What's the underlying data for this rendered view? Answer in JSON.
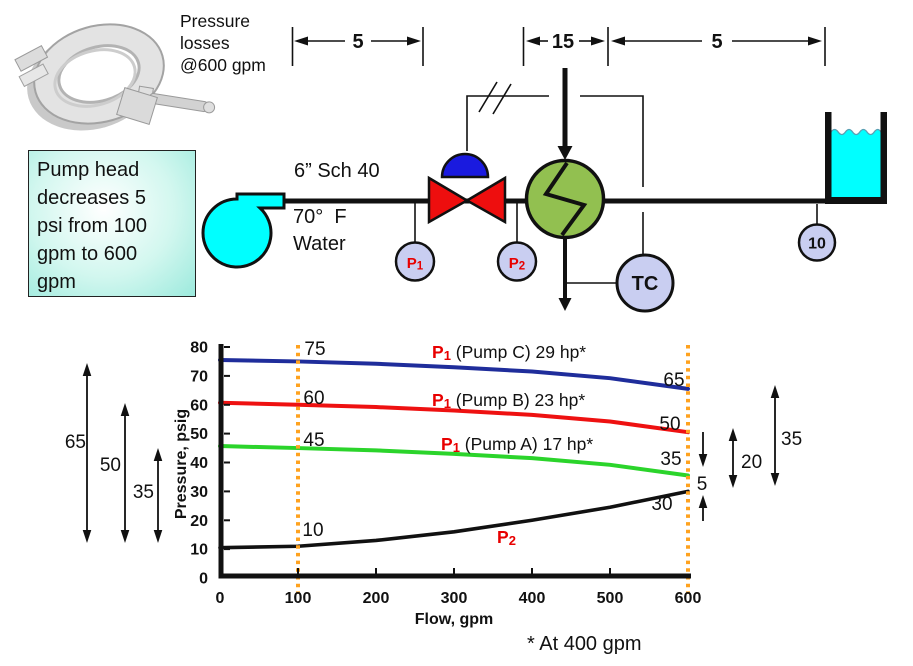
{
  "diagram": {
    "pressure_note_lines": [
      "Pressure",
      "losses",
      "@600 gpm"
    ],
    "dim_labels": [
      "5",
      "15",
      "5"
    ],
    "pump_note_lines": [
      "Pump head",
      "decreases 5",
      "psi from 100",
      "gpm to 600",
      "gpm"
    ],
    "pipe_size_label": "6” Sch 40",
    "temp_label": "70°  F",
    "fluid_label": "Water",
    "instruments": {
      "p_letter": "P",
      "p1_sub": "1",
      "p2_sub": "2",
      "tc_label": "TC",
      "level_label": "10"
    }
  },
  "colors": {
    "pump_cyan": "#00FFFF",
    "tank_water": "#00FFFF",
    "hx_green": "#92C050",
    "valve_red": "#EE0E0E",
    "actuator_blue": "#1A1ADF",
    "gauge_lavender": "#C9CEF1",
    "label_red": "#E80000"
  },
  "chart_data": {
    "type": "line",
    "xlabel": "Flow, gpm",
    "ylabel": "Pressure, psig",
    "xlim": [
      0,
      600
    ],
    "ylim": [
      0,
      80
    ],
    "grid": false,
    "legend_position": "inline-labels",
    "xticks": [
      0,
      100,
      200,
      300,
      400,
      500,
      600
    ],
    "yticks": [
      80,
      70,
      60,
      50,
      40,
      30,
      20,
      10,
      0
    ],
    "x": [
      0,
      100,
      200,
      300,
      400,
      500,
      600
    ],
    "series": [
      {
        "name": "P1 (Pump C) 29 hp*",
        "marker": "P",
        "marker_sub": "1",
        "label_suffix": " (Pump C) 29 hp*",
        "color": "#1F2D9B",
        "values": [
          75.5,
          75,
          74.2,
          73,
          71.5,
          69.2,
          65.5
        ]
      },
      {
        "name": "P1 (Pump B) 23 hp*",
        "marker": "P",
        "marker_sub": "1",
        "label_suffix": " (Pump B) 23 hp*",
        "color": "#EE1111",
        "values": [
          60.7,
          60,
          59.2,
          58,
          56.5,
          54.2,
          50.5
        ]
      },
      {
        "name": "P1 (Pump A) 17 hp*",
        "marker": "P",
        "marker_sub": "1",
        "label_suffix": " (Pump A) 17 hp*",
        "color": "#2BD42B",
        "values": [
          45.7,
          45,
          44.2,
          43,
          41.5,
          39.2,
          35.5
        ]
      },
      {
        "name": "P2",
        "marker": "P",
        "marker_sub": "2",
        "label_suffix": "",
        "color": "#111111",
        "values": [
          10.5,
          11,
          13,
          16,
          20,
          24.5,
          30
        ]
      }
    ],
    "guides_gpm": [
      100,
      600
    ],
    "guide_color": "#FFA21E",
    "annotations": {
      "at_100": [
        "75",
        "60",
        "45",
        "10"
      ],
      "at_600": [
        "65",
        "50",
        "35",
        "30"
      ],
      "left_deltas": [
        "65",
        "50",
        "35"
      ],
      "right_deltas": [
        "5",
        "20",
        "35"
      ]
    },
    "footnote": "* At 400 gpm"
  }
}
